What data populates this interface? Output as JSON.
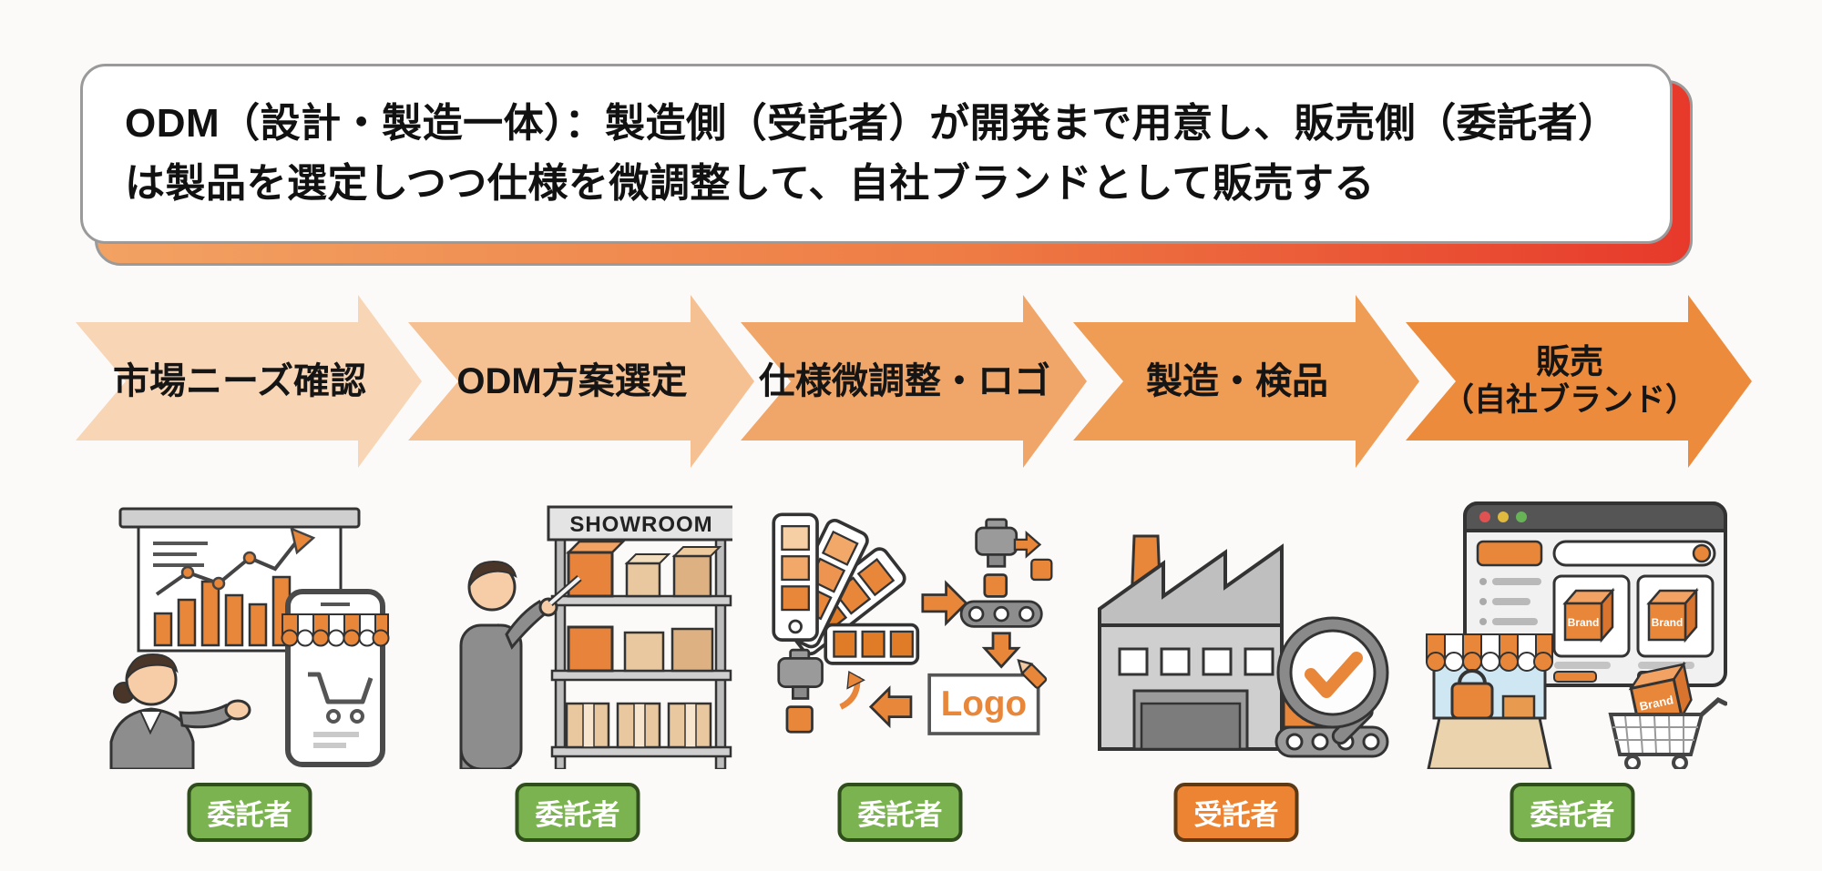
{
  "title": {
    "text": "ODM（設計・製造一体）：製造側（受託者）が開発まで用意し、販売側（委託者）は製品を選定しつつ仕様を微調整して、自社ブランドとして販売する"
  },
  "steps": [
    {
      "label": "市場ニーズ確認",
      "badge": "委託者",
      "badge_type": "green",
      "arrow_color": "#F8D5B5"
    },
    {
      "label": "ODM方案選定",
      "badge": "委託者",
      "badge_type": "green",
      "arrow_color": "#F5C193"
    },
    {
      "label": "仕様微調整・ロゴ",
      "badge": "委託者",
      "badge_type": "green",
      "arrow_color": "#F0A669"
    },
    {
      "label": "製造・検品",
      "badge": "受託者",
      "badge_type": "orange",
      "arrow_color": "#EF9C54"
    },
    {
      "label": "販売",
      "label2": "（自社ブランド）",
      "badge": "委託者",
      "badge_type": "green",
      "arrow_color": "#EC8B3C"
    }
  ],
  "figures": {
    "showroom_sign": "SHOWROOM",
    "logo_text": "Logo",
    "brand_text": "Brand"
  },
  "colors": {
    "accent_orange": "#E8863A",
    "arrow_colors": [
      "#F8D5B5",
      "#F5C193",
      "#F0A669",
      "#EF9C54",
      "#EC8B3C"
    ],
    "badge_green": "#7CB351",
    "badge_green_border": "#2F4D1D",
    "badge_orange": "#ED8434",
    "badge_orange_border": "#5C3A16",
    "title_shadow_gradient": [
      "#F2A263",
      "#E7392B"
    ],
    "title_border": "#9A9A9A"
  }
}
